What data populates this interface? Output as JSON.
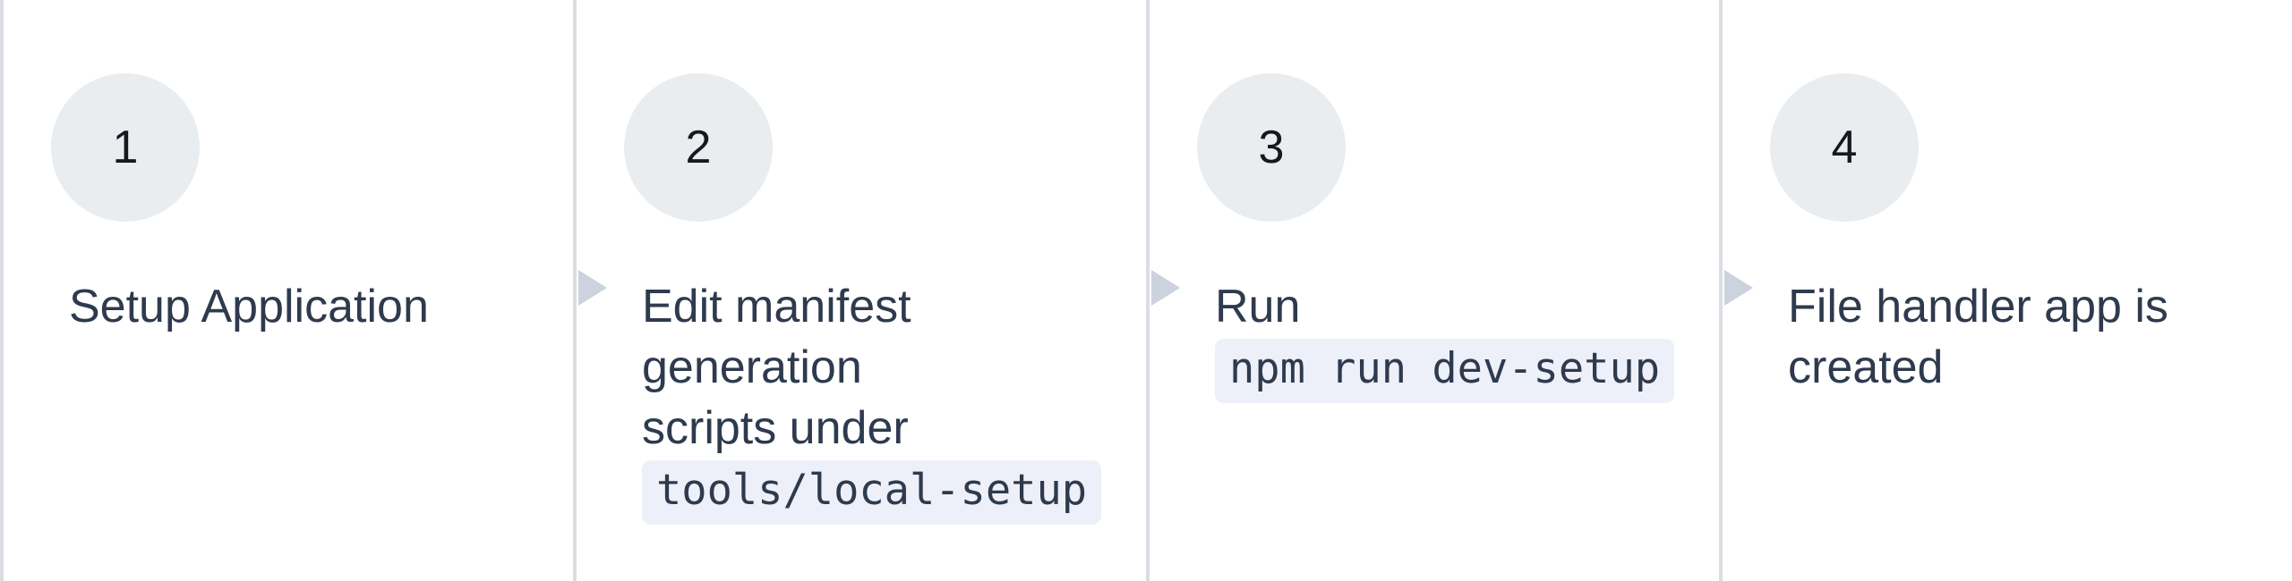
{
  "diagram": {
    "type": "horizontal-step-flow",
    "step_count": 4,
    "steps": [
      {
        "number": "1",
        "has_incoming_arrow": false,
        "lines": [
          {
            "type": "text",
            "text": "Setup Application"
          }
        ]
      },
      {
        "number": "2",
        "has_incoming_arrow": true,
        "lines": [
          {
            "type": "text",
            "text": "Edit manifest"
          },
          {
            "type": "text",
            "text": "generation"
          },
          {
            "type": "text",
            "text": "scripts under"
          },
          {
            "type": "code",
            "text": "tools/local-setup"
          }
        ]
      },
      {
        "number": "3",
        "has_incoming_arrow": true,
        "lines": [
          {
            "type": "text",
            "text": "Run"
          },
          {
            "type": "code",
            "text": "npm run dev-setup"
          }
        ]
      },
      {
        "number": "4",
        "has_incoming_arrow": true,
        "lines": [
          {
            "type": "text",
            "text": "File handler app is"
          },
          {
            "type": "text",
            "text": "created"
          }
        ]
      }
    ]
  },
  "colors": {
    "background": "#ffffff",
    "divider": "#dadde4",
    "arrow": "#ccd2de",
    "step_badge_bg": "#e9edef",
    "step_badge_number": "#15191f",
    "text": "#2e3a4d",
    "code_chip_bg": "#edf0f8"
  }
}
